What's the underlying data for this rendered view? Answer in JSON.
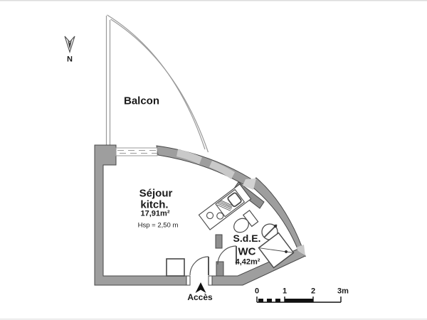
{
  "plan": {
    "north": {
      "label": "N"
    },
    "balcony": {
      "label": "Balcon"
    },
    "living": {
      "line1": "Séjour",
      "line2": "kitch.",
      "area": "17,91m²",
      "ceiling_height": "Hsp = 2,50 m"
    },
    "bathroom": {
      "line1": "S.d.E.",
      "line2": "WC",
      "area": "4,42m²"
    },
    "entrance": {
      "label": "Accès"
    },
    "scale_bar": {
      "t0": "0",
      "t1": "1",
      "t2": "2",
      "t3": "3m"
    },
    "colors": {
      "wall_fill": "#9e9e9e",
      "wall_outline": "#474747",
      "railing": "#9a9a9a",
      "fixture_outline": "#4a4a4a",
      "text": "#1a1a1a"
    }
  }
}
